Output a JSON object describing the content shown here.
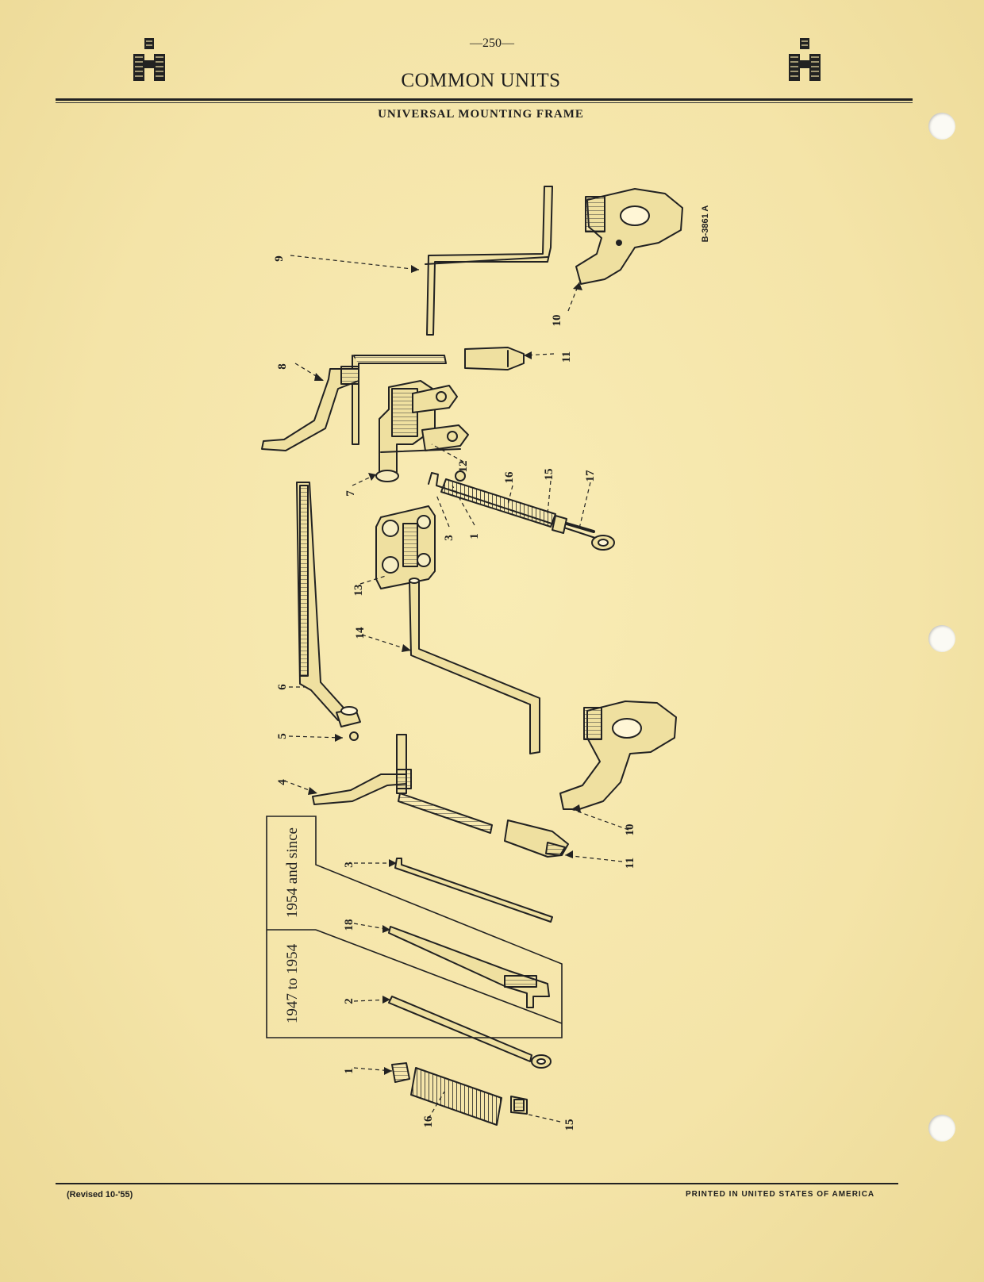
{
  "page_number": "—250—",
  "header": {
    "title": "COMMON UNITS",
    "subtitle": "UNIVERSAL MOUNTING FRAME"
  },
  "figure": {
    "id": "B-3861 A",
    "callouts": [
      "1",
      "1",
      "2",
      "3",
      "3",
      "4",
      "5",
      "6",
      "7",
      "8",
      "9",
      "10",
      "10",
      "11",
      "11",
      "12",
      "13",
      "14",
      "15",
      "15",
      "16",
      "16",
      "17",
      "18"
    ],
    "year_labels": {
      "newer": "1954 and since",
      "older": "1947 to 1954"
    }
  },
  "footer": {
    "revision": "(Revised 10-'55)",
    "printed": "PRINTED IN UNITED STATES OF AMERICA"
  },
  "colors": {
    "paper": "#f4e4a8",
    "ink": "#1f1f1f"
  }
}
